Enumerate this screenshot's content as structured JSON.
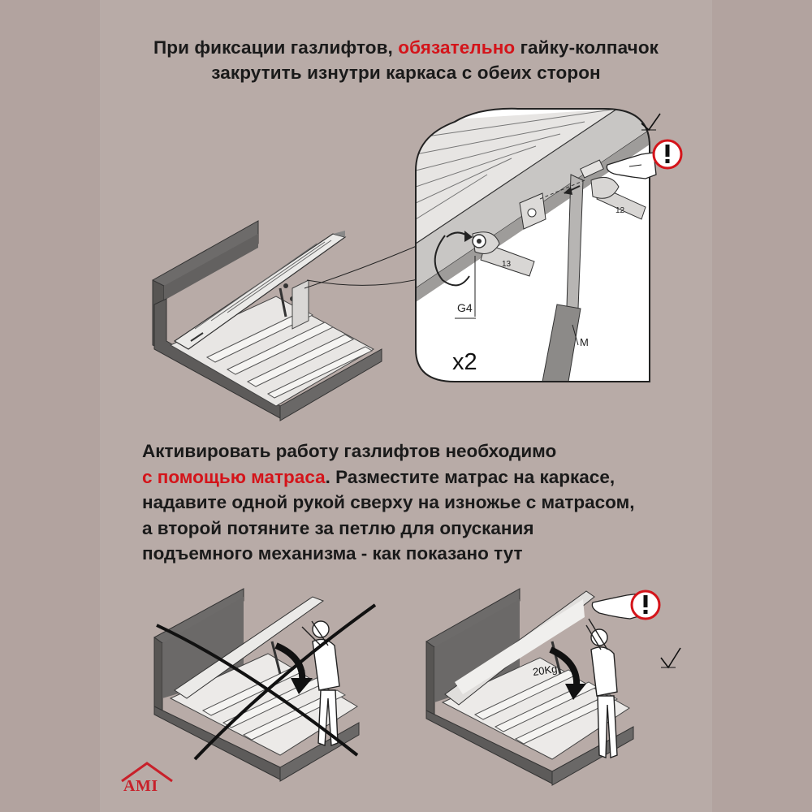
{
  "headline": {
    "line1_part1": "При фиксации газлифтов, ",
    "line1_emphasis": "обязательно",
    "line1_part2": " гайку-колпачок",
    "line2": "закрутить изнутри каркаса с обеих сторон"
  },
  "detail": {
    "g4_label": "G4",
    "m_label": "M",
    "count_label": "x2",
    "wrench_size_a": "13",
    "wrench_size_b": "12"
  },
  "body": {
    "line1": "Активировать работу газлифтов необходимо",
    "line2_emphasis": "с помощью матраса",
    "line2_rest": ". Разместите матрас на каркасе,",
    "line3": "надавите одной рукой сверху на изножье с матрасом,",
    "line4": "а второй потяните за петлю для опускания",
    "line5": "подъемного механизма - как показано тут"
  },
  "bottom": {
    "weight_label": "20Kg"
  },
  "icons": {
    "warning": "exclamation-warning-icon",
    "check": "checkmark-icon",
    "hand": "pointing-hand-icon"
  },
  "colors": {
    "background": "#b2a39f",
    "emphasis": "#d4141a"
  },
  "logo": {
    "text": "AMI"
  }
}
